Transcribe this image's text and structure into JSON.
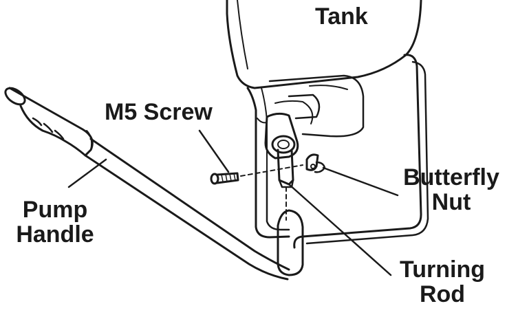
{
  "diagram": {
    "labels": {
      "tank": "Tank",
      "m5_screw": "M5 Screw",
      "pump_handle_line1": "Pump",
      "pump_handle_line2": "Handle",
      "butterfly_nut_line1": "Butterfly",
      "butterfly_nut_line2": "Nut",
      "turning_rod_line1": "Turning",
      "turning_rod_line2": "Rod"
    },
    "colors": {
      "ink": "#1a1a1a",
      "background": "#ffffff"
    }
  }
}
